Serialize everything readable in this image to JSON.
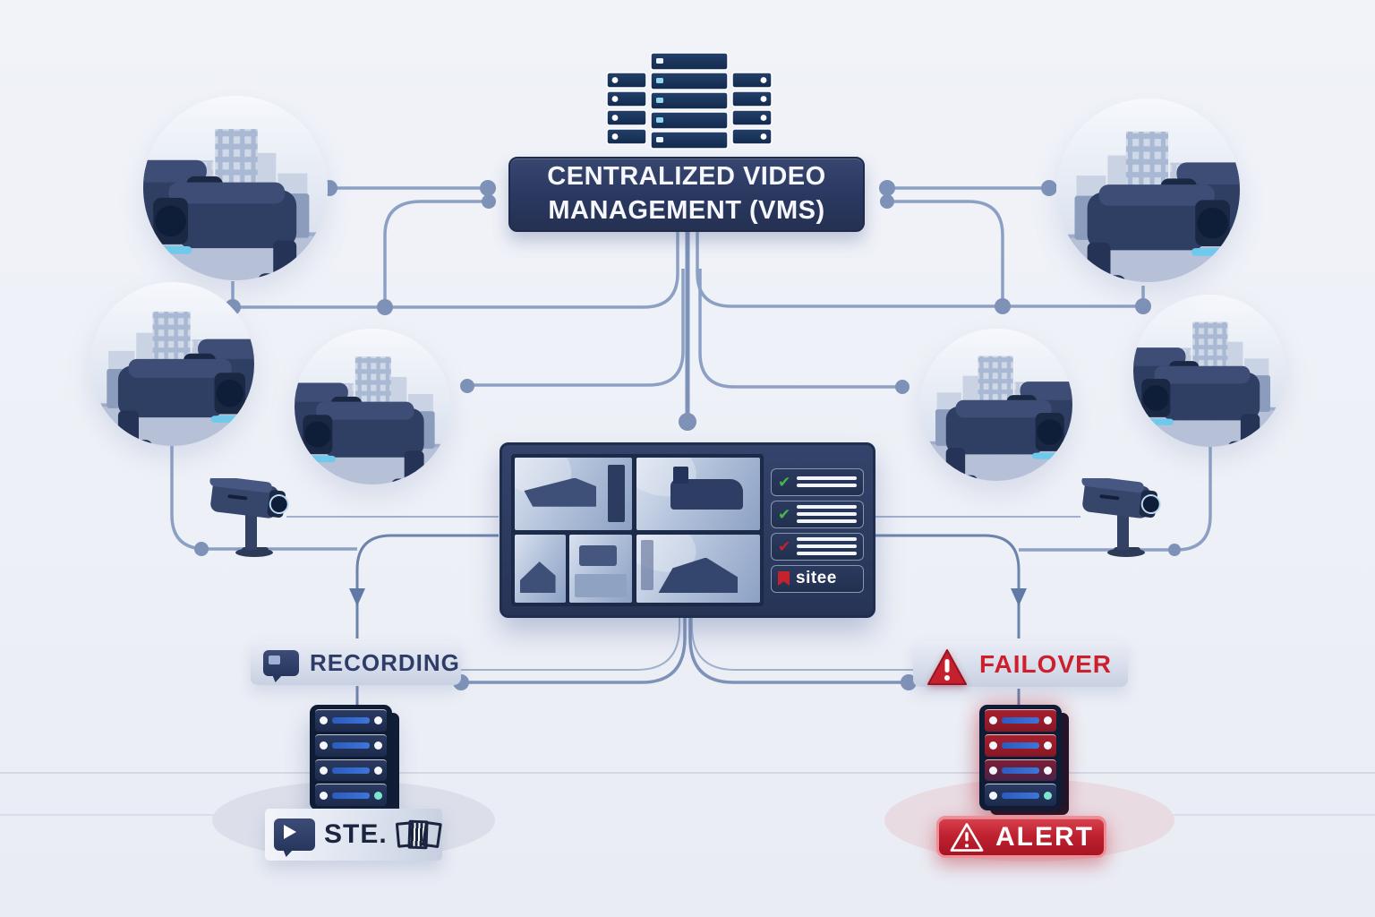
{
  "title_box": {
    "label": "CENTRALIZED VIDEO MANAGEMENT (VMS)"
  },
  "badges": {
    "recording": "RECORDING",
    "failover": "FAILOVER",
    "alert": "ALERT",
    "storage": "STE."
  },
  "monitor": {
    "status_rows": [
      {
        "icon": "check-icon",
        "state": "ok"
      },
      {
        "icon": "check-icon",
        "state": "ok"
      },
      {
        "icon": "check-icon",
        "state": "error"
      },
      {
        "icon": "bookmark-icon",
        "state": "error",
        "label": "sitee"
      }
    ]
  },
  "colors": {
    "navy": "#2c3a63",
    "connector_line": "#8ca0c4",
    "alert_red": "#c2202e",
    "ok_green": "#43b64c",
    "error_red": "#c5222d",
    "background": "#eef0f7"
  }
}
